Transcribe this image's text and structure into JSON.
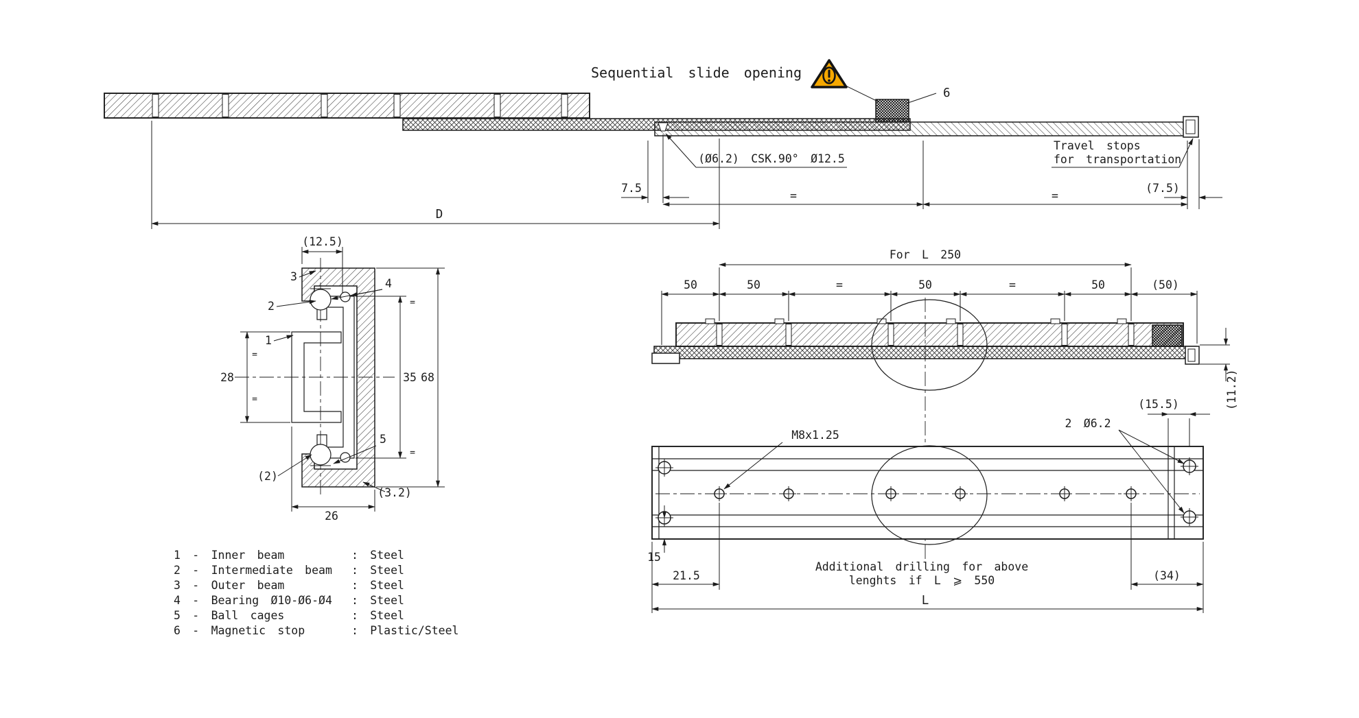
{
  "colors": {
    "ink": "#1c1c1c",
    "warning_fill": "#F6A800"
  },
  "top_view": {
    "title": "Sequential slide opening",
    "callout_6": "6",
    "travel_stops_line1": "Travel stops",
    "travel_stops_line2": "for transportation",
    "csk_note": "(Ø6.2) CSK.90° Ø12.5",
    "dim_7_5": "7.5",
    "eq": "=",
    "dim_7_5_paren": "(7.5)",
    "dim_d": "D"
  },
  "section_view": {
    "dim_12_5": "(12.5)",
    "callout_1": "1",
    "callout_2": "2",
    "callout_3": "3",
    "callout_4": "4",
    "callout_5": "5",
    "dim_28": "28",
    "dim_35": "35",
    "dim_68": "68",
    "eq": "=",
    "dim_2": "(2)",
    "dim_3_2": "(3.2)",
    "dim_26": "26"
  },
  "closed_view": {
    "for_l": "For L 250",
    "dims": [
      "50",
      "50",
      "=",
      "50",
      "=",
      "50",
      "(50)"
    ],
    "dim_11_2": "(11.2)",
    "dim_15_5": "(15.5)"
  },
  "plan_view": {
    "thread_label": "M8x1.25",
    "holes_label": "2 Ø6.2",
    "dim_15": "15",
    "dim_21_5": "21.5",
    "dim_34": "(34)",
    "dim_l": "L",
    "note_line1": "Additional drilling for above",
    "note_line2": "lenghts if L ⩾ 550"
  },
  "legend": {
    "items": [
      {
        "label": "1 - Inner beam",
        "value": ": Steel"
      },
      {
        "label": "2 - Intermediate beam",
        "value": ": Steel"
      },
      {
        "label": "3 - Outer beam",
        "value": ": Steel"
      },
      {
        "label": "4 - Bearing Ø10-Ø6-Ø4",
        "value": ": Steel"
      },
      {
        "label": "5 - Ball cages",
        "value": ": Steel"
      },
      {
        "label": "6 - Magnetic stop",
        "value": ": Plastic/Steel"
      }
    ]
  }
}
